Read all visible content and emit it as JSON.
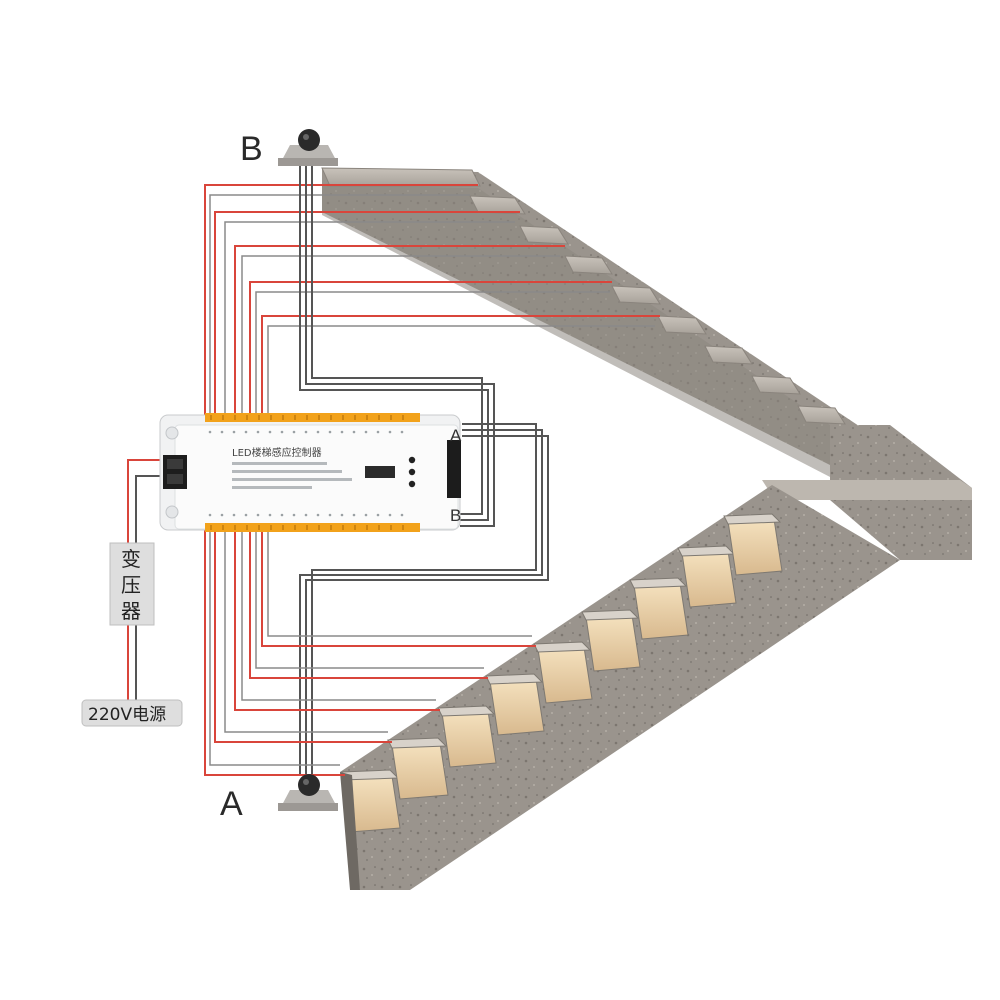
{
  "sensor_top": {
    "label": "B"
  },
  "sensor_bottom": {
    "label": "A"
  },
  "controller": {
    "title": "LED楼梯感应控制器",
    "port_a": "A",
    "port_b": "B"
  },
  "transformer": {
    "chars": [
      "变",
      "压",
      "器"
    ]
  },
  "power": {
    "label": "220V电源"
  },
  "colors": {
    "wire_red": "#d9453b",
    "wire_gray": "#555555",
    "terminal": "#f2a21b",
    "stone": "#8f8a84",
    "stone_light": "#a9a39c",
    "led_glow": "#f3dcb4"
  }
}
